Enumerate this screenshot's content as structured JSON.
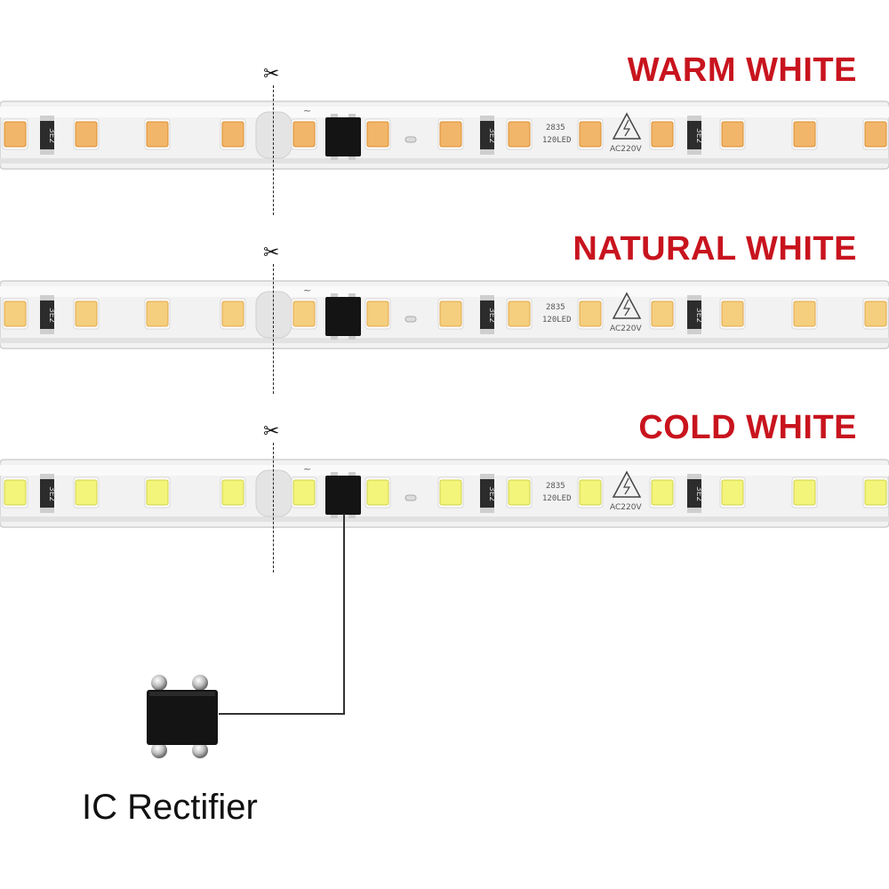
{
  "strips": [
    {
      "label": "WARM WHITE",
      "led_color": "#f2b66a",
      "led_edge": "#d98c2e"
    },
    {
      "label": "NATURAL WHITE",
      "led_color": "#f5cf7e",
      "led_edge": "#dfa64a"
    },
    {
      "label": "COLD WHITE",
      "led_color": "#f3f47a",
      "led_edge": "#cfd24a"
    }
  ],
  "strip_text": {
    "led_type": "2835",
    "led_count": "120LED",
    "voltage": "AC220V",
    "resistor": "3E2"
  },
  "cut_icon": "scissors-icon",
  "ic_label": "IC Rectifier",
  "colors": {
    "title_red": "#c8141e",
    "strip_body": "#eeeeee",
    "ic_black": "#141414"
  }
}
